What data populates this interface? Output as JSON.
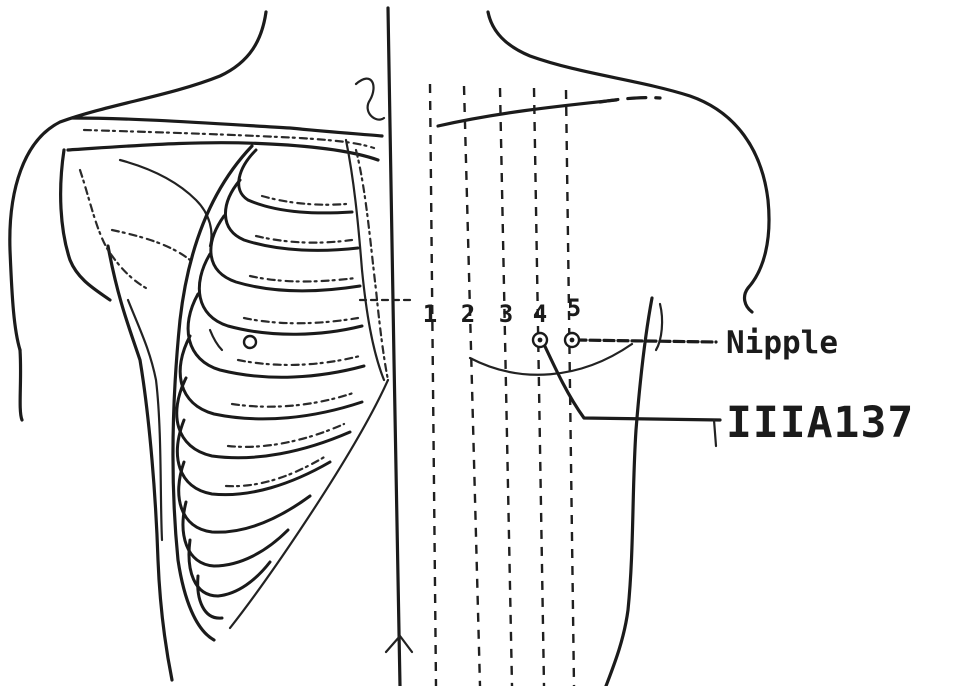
{
  "labels": {
    "nipple": "Nipple",
    "point_code": "IIIA137"
  },
  "column_numbers": [
    "1",
    "2",
    "3",
    "4",
    "5"
  ],
  "colors": {
    "ink": "#1b1b1b",
    "paper": "#ffffff"
  }
}
